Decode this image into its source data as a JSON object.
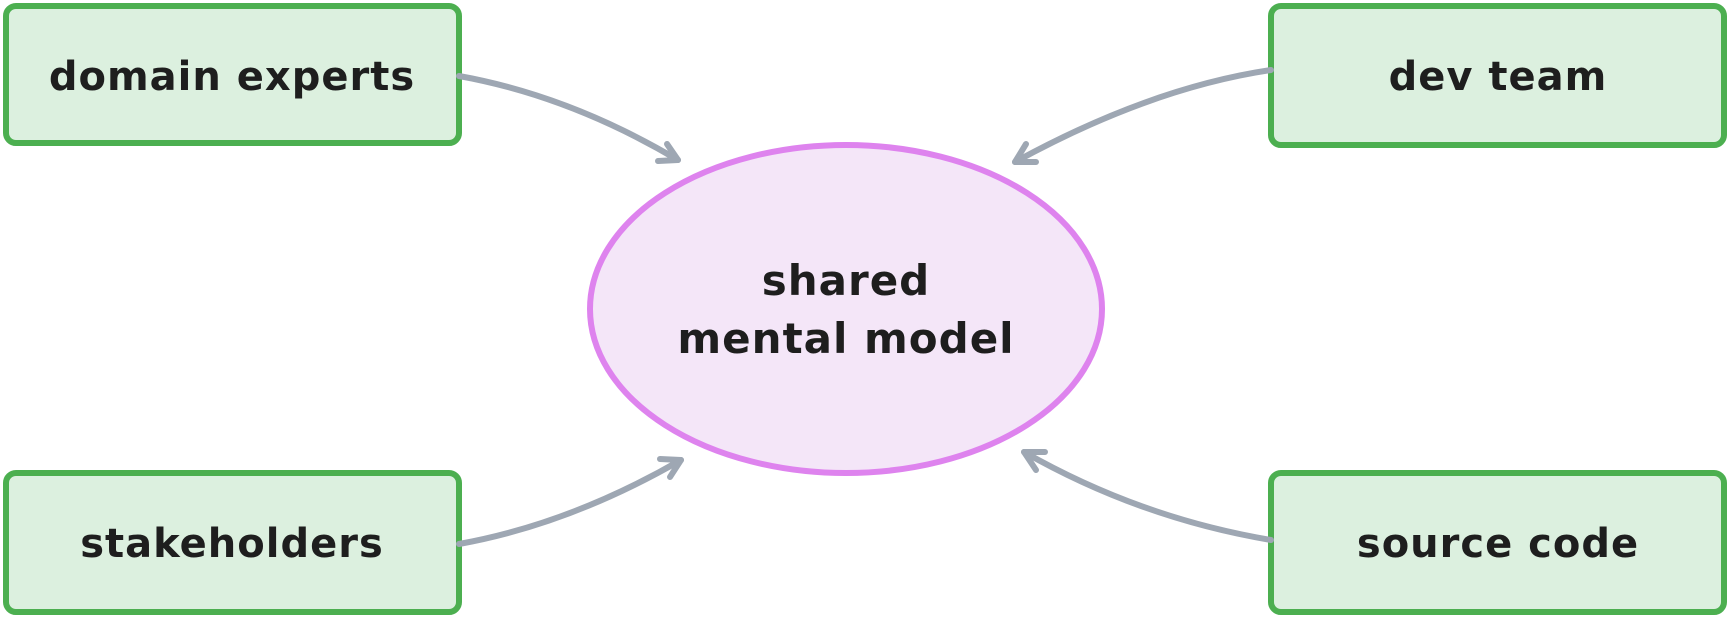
{
  "diagram": {
    "center": {
      "label_line1": "shared",
      "label_line2": "mental model"
    },
    "nodes": [
      {
        "id": "domain-experts",
        "label": "domain experts"
      },
      {
        "id": "dev-team",
        "label": "dev team"
      },
      {
        "id": "stakeholders",
        "label": "stakeholders"
      },
      {
        "id": "source-code",
        "label": "source code"
      }
    ]
  },
  "colors": {
    "box_fill": "#dcf0df",
    "box_stroke": "#4caf50",
    "ellipse_fill": "#f4e6f8",
    "ellipse_stroke": "#de83ee",
    "arrow": "#9ea7b3",
    "text": "#1e1e1e"
  }
}
